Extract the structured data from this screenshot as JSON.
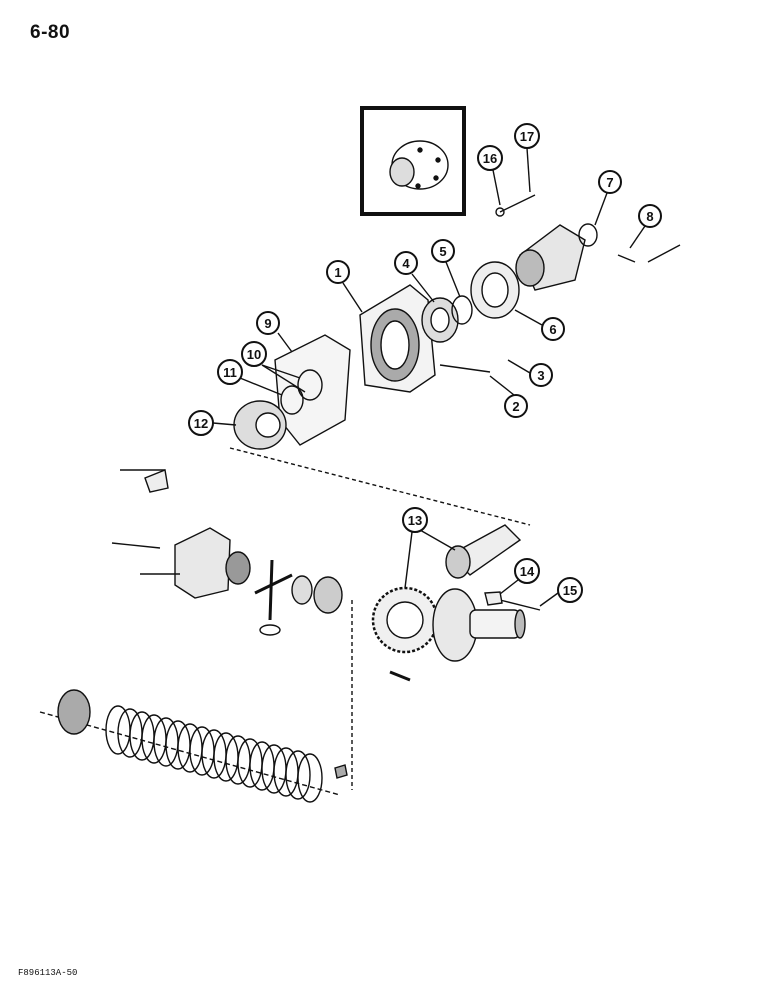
{
  "page": {
    "number": "6-80",
    "figure_code": "F896113A-50"
  },
  "callouts": [
    "1",
    "2",
    "3",
    "4",
    "5",
    "6",
    "7",
    "8",
    "9",
    "10",
    "11",
    "12",
    "13",
    "14",
    "15",
    "16",
    "17"
  ]
}
